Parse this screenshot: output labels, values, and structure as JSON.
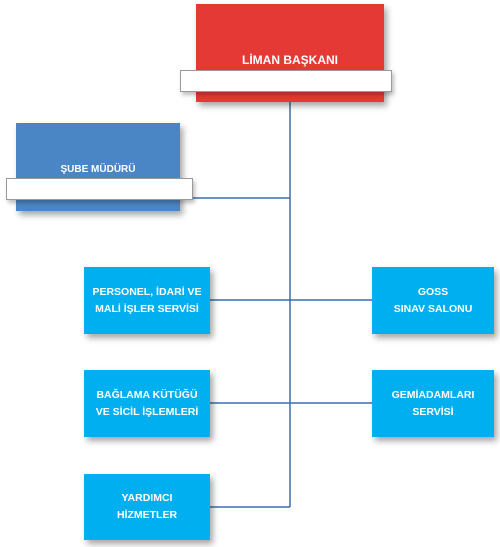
{
  "chart": {
    "top": {
      "label": "LİMAN BAŞKANI",
      "color": "#e53935"
    },
    "deputy": {
      "label": "ŞUBE MÜDÜRÜ",
      "color": "#4a86c5"
    },
    "left_units": [
      {
        "label": "PERSONEL, İDARİ VE\nMALİ İŞLER SERVİSİ"
      },
      {
        "label": "BAĞLAMA KÜTÜĞÜ\nVE SİCİL İŞLEMLERİ"
      },
      {
        "label": "YARDIMCI\nHİZMETLER"
      }
    ],
    "right_units": [
      {
        "label": "GOSS\nSINAV SALONU"
      },
      {
        "label": "GEMİADAMLARI\nSERVİSİ"
      }
    ],
    "unit_color": "#00aff0",
    "line_color": "#3a6fb0"
  }
}
